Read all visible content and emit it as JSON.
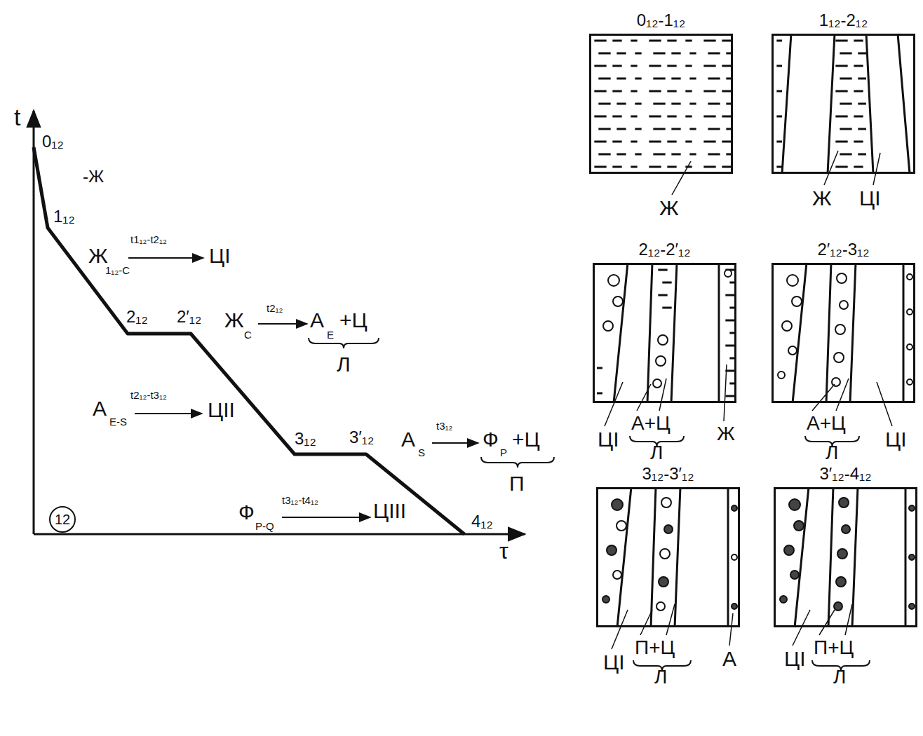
{
  "diagram": {
    "nodes": [
      {
        "text": [
          "0₁₂-1₁₂"
        ]
      },
      {
        "text": [
          "1₁₂-2₁₂"
        ]
      },
      {
        "text": [
          "2₁₂-2′₁₂"
        ]
      },
      {
        "text": [
          "2′₁₂-3₁₂"
        ]
      },
      {
        "text": [
          "3₁₂-3′₁₂"
        ]
      },
      {
        "text": [
          "3′₁₂-4₁₂"
        ]
      },
      {
        "text": [
          "12"
        ]
      }
    ],
    "labels": [
      "t",
      "τ",
      "0₁₂",
      "-Ж",
      "1₁₂",
      "2₁₂",
      "2′₁₂",
      "3₁₂",
      "3′₁₂",
      "4₁₂",
      "Ж",
      "1₁₂-C",
      "t1₁₂-t2₁₂",
      "ЦI",
      "Ж",
      "C",
      "t2₁₂",
      "А",
      "E",
      "+Ц",
      "Л",
      "А",
      "E-S",
      "t2₁₂-t3₁₂",
      "ЦII",
      "А",
      "S",
      "t3₁₂",
      "Ф",
      "P",
      "+Ц",
      "П",
      "Ф",
      "P-Q",
      "t3₁₂-t4₁₂",
      "ЦIII",
      "Ж",
      "Ж",
      "ЦI",
      "ЦI",
      "А+Ц",
      "Л",
      "Ж",
      "А+Ц",
      "Л",
      "ЦI",
      "ЦI",
      "П+Ц",
      "Л",
      "А",
      "ЦI",
      "П+Ц",
      "Л"
    ]
  }
}
